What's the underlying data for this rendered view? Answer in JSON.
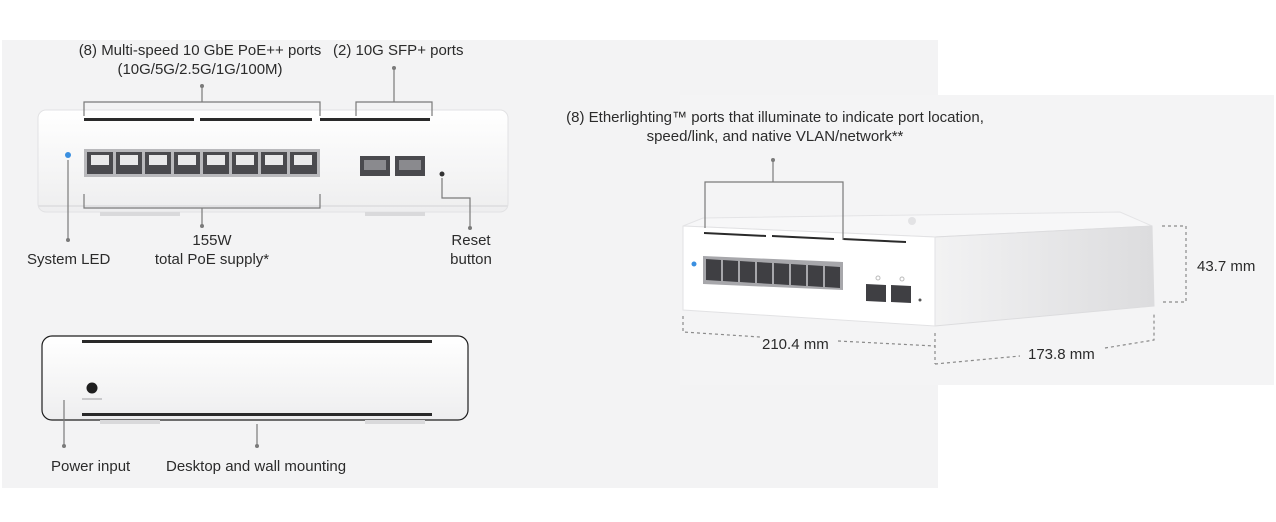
{
  "front": {
    "ports_label_line1": "(8) Multi-speed 10 GbE PoE++ ports",
    "ports_label_line2": "(10G/5G/2.5G/1G/100M)",
    "sfp_label": "(2) 10G SFP+ ports",
    "system_led": "System LED",
    "poe_line1": "155W",
    "poe_line2": "total PoE supply*",
    "reset_line1": "Reset",
    "reset_line2": "button"
  },
  "back": {
    "power_input": "Power input",
    "mounting": "Desktop and wall mounting"
  },
  "iso": {
    "etherlighting_line1": "(8) Etherlighting™ ports that illuminate to indicate port location,",
    "etherlighting_line2": "speed/link, and native VLAN/network**",
    "height": "43.7 mm",
    "width": "210.4 mm",
    "depth": "173.8 mm"
  },
  "colors": {
    "led": "#3a8fe0",
    "leader": "#7a7a7a",
    "device": "#fbfbfb"
  }
}
